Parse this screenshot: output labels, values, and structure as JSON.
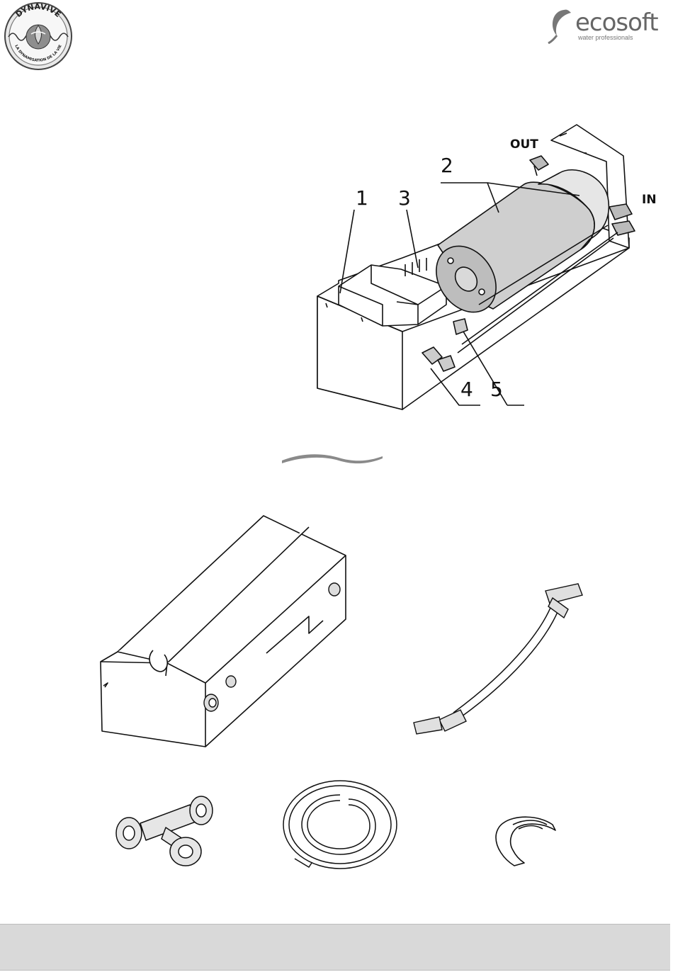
{
  "header": {
    "left_logo": {
      "icon": "dynavive-seal-logo",
      "ring_top_text": "DYNAVIVE",
      "ring_bottom_text": "LA DYNAMISATION DE LA VIE"
    },
    "right_logo": {
      "icon": "ecosoft-leaf-logo",
      "wordmark": "ecosoft",
      "tagline": "water professionals"
    }
  },
  "assembly_figure": {
    "icon": "water-filter-assembly-drawing",
    "callouts": [
      "1",
      "2",
      "3",
      "4",
      "5"
    ],
    "port_labels": {
      "outlet": "OUT",
      "inlet": "IN"
    }
  },
  "divider": {
    "icon": "gray-swoosh-divider"
  },
  "parts": [
    {
      "id": "housing-cover",
      "icon": "housing-cover-drawing"
    },
    {
      "id": "connection-tube",
      "icon": "connection-tube-drawing"
    },
    {
      "id": "tee-fitting",
      "icon": "tee-fitting-drawing"
    },
    {
      "id": "tubing-coil",
      "icon": "tubing-coil-drawing"
    },
    {
      "id": "locking-clip",
      "icon": "locking-clip-drawing"
    }
  ],
  "colors": {
    "line": "#111111",
    "cylinder": "#cfcfcf",
    "footer": "#d9d9d9",
    "logo_gray": "#666666"
  }
}
